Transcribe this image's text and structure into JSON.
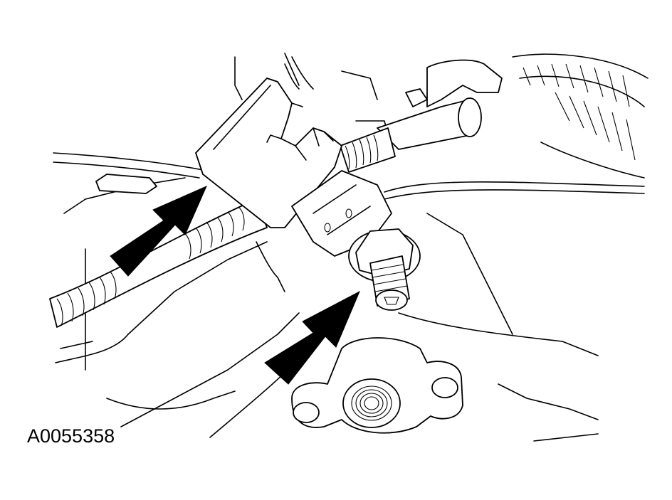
{
  "figure": {
    "id_label": "A0055358"
  },
  "colors": {
    "ink": "#000000",
    "paper": "#ffffff"
  },
  "callouts": [
    {
      "name": "arrow-cable-retainer",
      "icon": "pointer-arrow"
    },
    {
      "name": "arrow-bolt",
      "icon": "pointer-arrow"
    }
  ]
}
